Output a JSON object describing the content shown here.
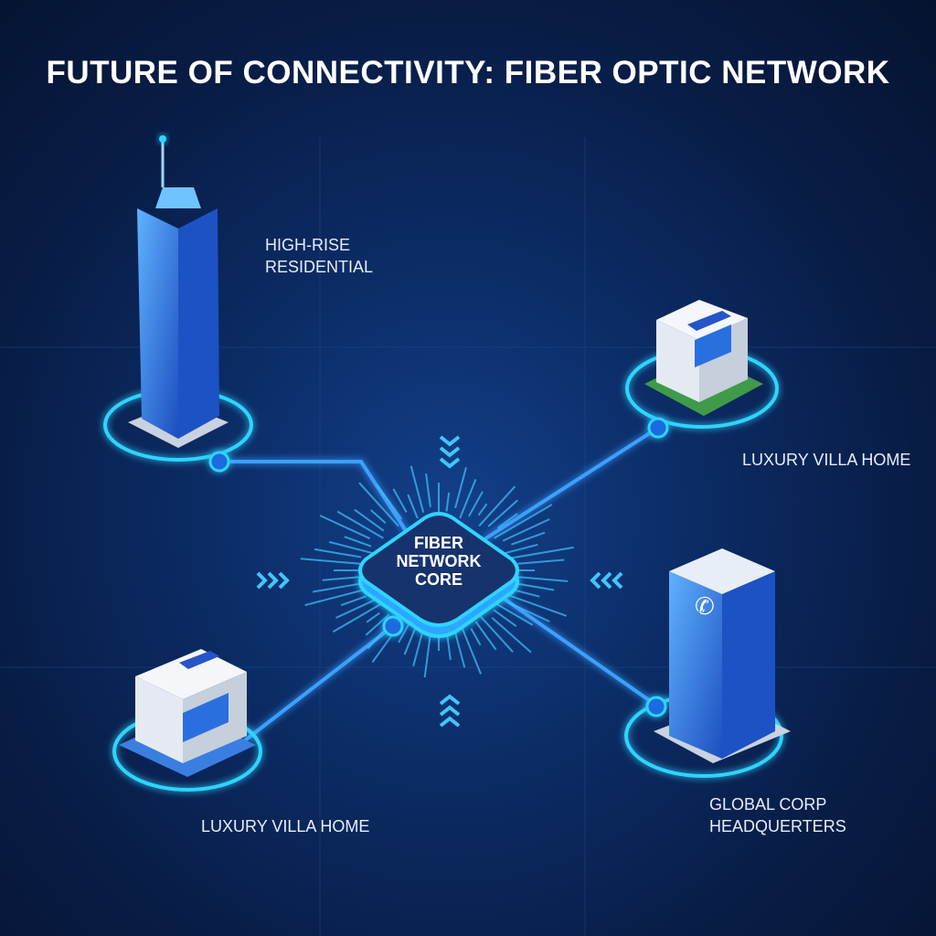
{
  "title": "FUTURE OF CONNECTIVITY: FIBER OPTIC NETWORK",
  "core": {
    "line1": "FIBER",
    "line2": "NETWORK",
    "line3": "CORE"
  },
  "nodes": {
    "top_left": {
      "line1": "HIGH-RISE",
      "line2": "RESIDENTIAL"
    },
    "top_right": {
      "line1": "LUXURY VILLA HOME"
    },
    "bottom_left": {
      "line1": "LUXURY VILLA HOME"
    },
    "bottom_right": {
      "line1": "GLOBAL CORP",
      "line2": "HEADQUERTERS"
    }
  },
  "colors": {
    "accent": "#2fd4ff",
    "line": "#3aa0ff",
    "background": "#0c2c66"
  }
}
